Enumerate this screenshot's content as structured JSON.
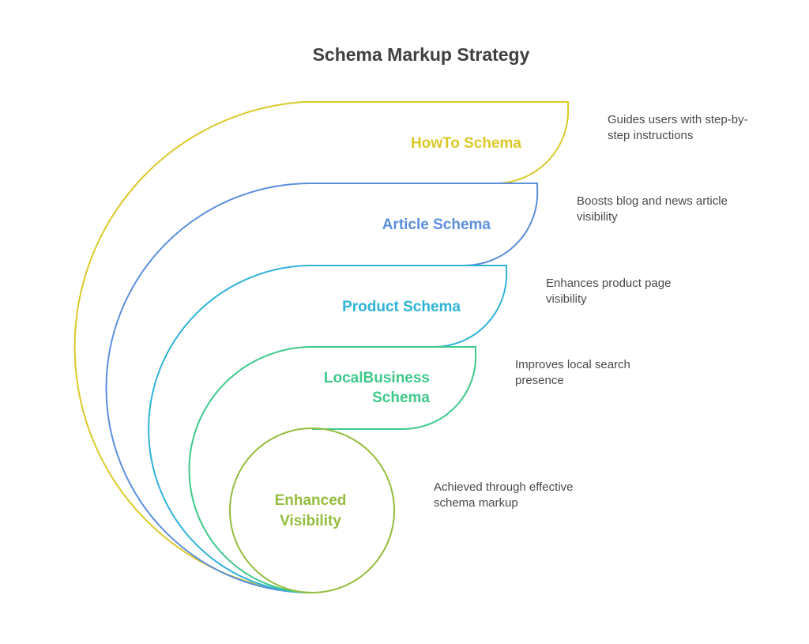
{
  "title": "Schema Markup Strategy",
  "colors": {
    "title": "#3f3f3f",
    "text": "#4a4a4a",
    "howto": "#dcc928",
    "article": "#5b8fdc",
    "product": "#2fb3d6",
    "localbusiness": "#3ec98a",
    "center": "#93bd3c"
  },
  "stages": [
    {
      "key": "howto",
      "label": "HowTo Schema",
      "description": "Guides users with step-by-step instructions"
    },
    {
      "key": "article",
      "label": "Article Schema",
      "description": "Boosts blog and news article visibility"
    },
    {
      "key": "product",
      "label": "Product Schema",
      "description": "Enhances product page visibility"
    },
    {
      "key": "localbusiness",
      "label": "LocalBusiness Schema",
      "description": "Improves local search presence"
    }
  ],
  "center": {
    "label": "Enhanced Visibility",
    "description": "Achieved through effective schema markup"
  }
}
